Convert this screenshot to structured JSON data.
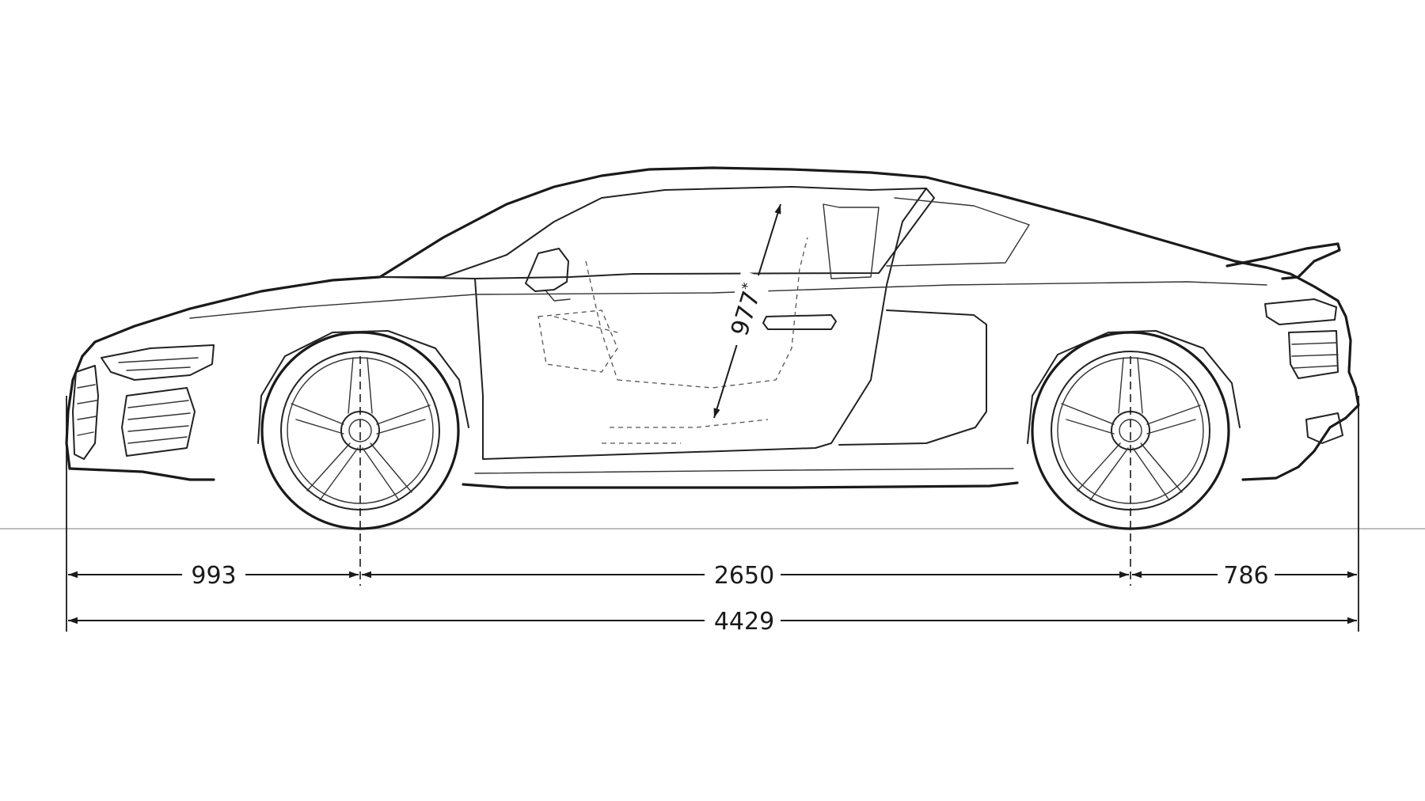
{
  "dimensions": {
    "front_overhang": "993",
    "wheelbase": "2650",
    "rear_overhang": "786",
    "overall_length": "4429",
    "headroom": "977",
    "headroom_marker": "*"
  },
  "colors": {
    "line": "#1a1a1a",
    "ground": "#bdbdbd",
    "background": "#ffffff"
  }
}
